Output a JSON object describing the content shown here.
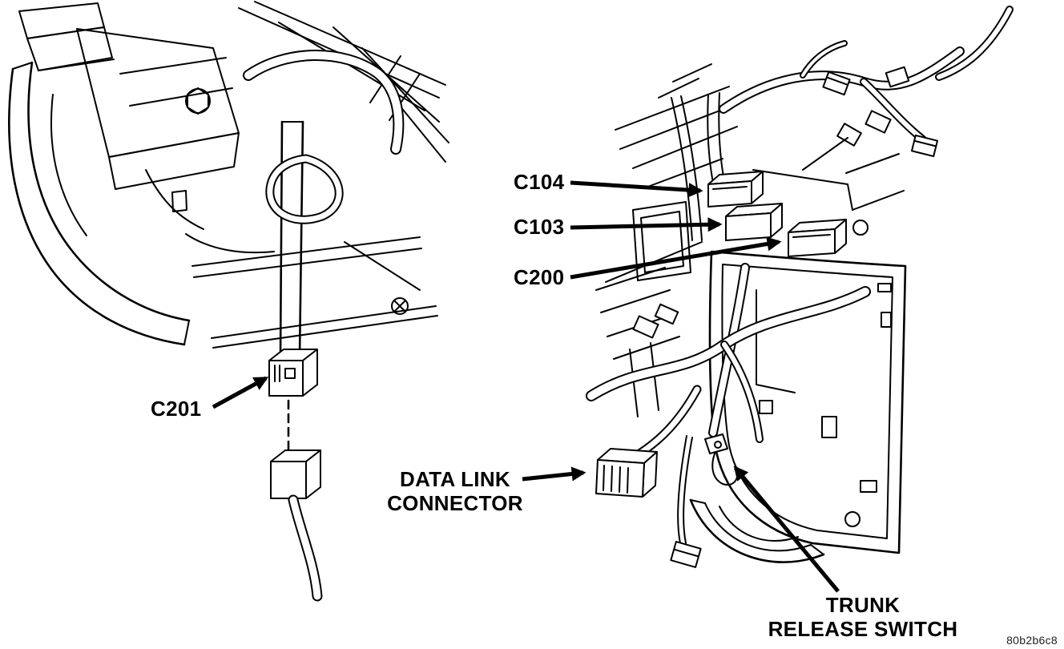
{
  "figure": {
    "code": "80b2b6c8",
    "colors": {
      "ink": "#000000",
      "paper": "#ffffff"
    },
    "callouts": [
      {
        "id": "c104",
        "text": "C104"
      },
      {
        "id": "c103",
        "text": "C103"
      },
      {
        "id": "c200",
        "text": "C200"
      },
      {
        "id": "c201",
        "text": "C201"
      },
      {
        "id": "data_link_connector",
        "text_line1": "DATA LINK",
        "text_line2": "CONNECTOR"
      },
      {
        "id": "trunk_release_switch",
        "text_line1": "TRUNK",
        "text_line2": "RELEASE SWITCH"
      }
    ]
  }
}
